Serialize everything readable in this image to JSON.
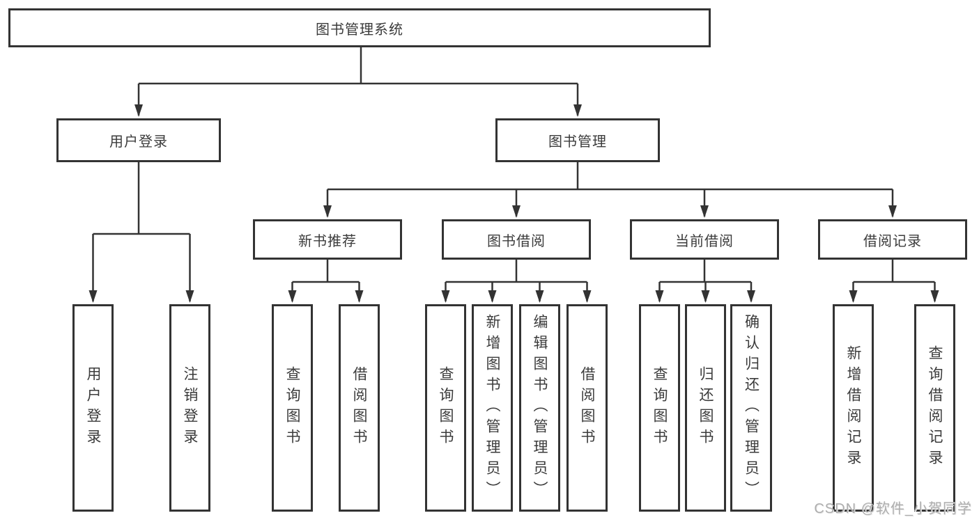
{
  "diagram_title": "图书管理系统",
  "colors": {
    "line": "#333333",
    "border": "#333333",
    "text": "#3b3b3b",
    "background": "#ffffff",
    "watermark": "#aeaeae"
  },
  "nodes": {
    "root": "图书管理系统",
    "user_login": "用户登录",
    "book_mgmt": "图书管理",
    "new_book_rec": "新书推荐",
    "book_borrow": "图书借阅",
    "current_borrow": "当前借阅",
    "borrow_record": "借阅记录",
    "leaf_user_login": "用户登录",
    "leaf_logout": "注销登录",
    "leaf_query_book_1": "查询图书",
    "leaf_borrow_book_1": "借阅图书",
    "leaf_query_book_2": "查询图书",
    "leaf_add_book": "新增图书（管理员）",
    "leaf_edit_book": "编辑图书（管理员）",
    "leaf_borrow_book_2": "借阅图书",
    "leaf_query_book_3": "查询图书",
    "leaf_return_book": "归还图书",
    "leaf_confirm_return": "确认归还（管理员）",
    "leaf_add_record": "新增借阅记录",
    "leaf_query_record": "查询借阅记录"
  },
  "hierarchy": {
    "图书管理系统": {
      "用户登录": [
        "用户登录",
        "注销登录"
      ],
      "图书管理": {
        "新书推荐": [
          "查询图书",
          "借阅图书"
        ],
        "图书借阅": [
          "查询图书",
          "新增图书（管理员）",
          "编辑图书（管理员）",
          "借阅图书"
        ],
        "当前借阅": [
          "查询图书",
          "归还图书",
          "确认归还（管理员）"
        ],
        "借阅记录": [
          "新增借阅记录",
          "查询借阅记录"
        ]
      }
    }
  },
  "watermark": "CSDN @软件_小贺同学"
}
